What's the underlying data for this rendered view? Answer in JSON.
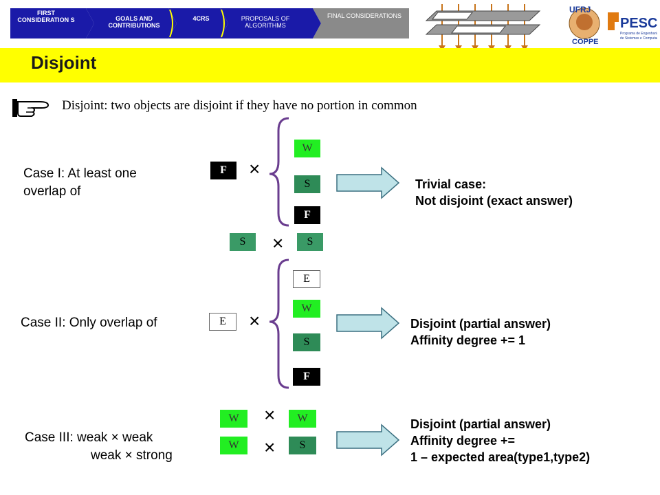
{
  "nav": {
    "items": [
      {
        "label": "FIRST CONSIDERATION S"
      },
      {
        "label": "GOALS AND CONTRIBUTIONS"
      },
      {
        "label": "4CRS"
      },
      {
        "label": "PROPOSALS OF ALGORITHMS"
      },
      {
        "label": "FINAL CONSIDERATIONS"
      }
    ]
  },
  "logos": {
    "ufrj": "UFRJ COPPE",
    "pesc": "PESC",
    "pesc_sub": "Programa de Engenharia de Sistemas e Computação"
  },
  "title": "Disjoint",
  "definition": "Disjoint: two objects are disjoint if they have no portion in common",
  "cases": {
    "case1": {
      "label_line1": "Case I: At least one",
      "label_line2": "overlap of",
      "left_box": "F",
      "right_boxes": [
        "W",
        "S",
        "F"
      ],
      "extra_left": "S",
      "extra_right": "S",
      "result_line1": "Trivial case:",
      "result_line2": "Not disjoint (exact answer)"
    },
    "case2": {
      "label": "Case II: Only overlap of",
      "left_box": "E",
      "right_boxes": [
        "E",
        "W",
        "S",
        "F"
      ],
      "result_line1": "Disjoint (partial answer)",
      "result_line2": "Affinity degree += 1"
    },
    "case3": {
      "label_line1": "Case III: weak × weak",
      "label_line2": "weak  × strong",
      "pair1": [
        "W",
        "W"
      ],
      "pair2": [
        "W",
        "S"
      ],
      "result_line1": "Disjoint (partial answer)",
      "result_line2": "Affinity degree +=",
      "result_line3": "1 – expected area(type1,type2)"
    }
  },
  "symbols": {
    "times": "×"
  },
  "colors": {
    "title_band": "#ffff00",
    "nav_blue": "#1a1aa8",
    "nav_gray": "#8a8a8a",
    "weak_green": "#22ee22",
    "strong_teal": "#2e8b57",
    "arrow_fill": "#bfe3e8",
    "brace_purple": "#6a3d8f"
  }
}
